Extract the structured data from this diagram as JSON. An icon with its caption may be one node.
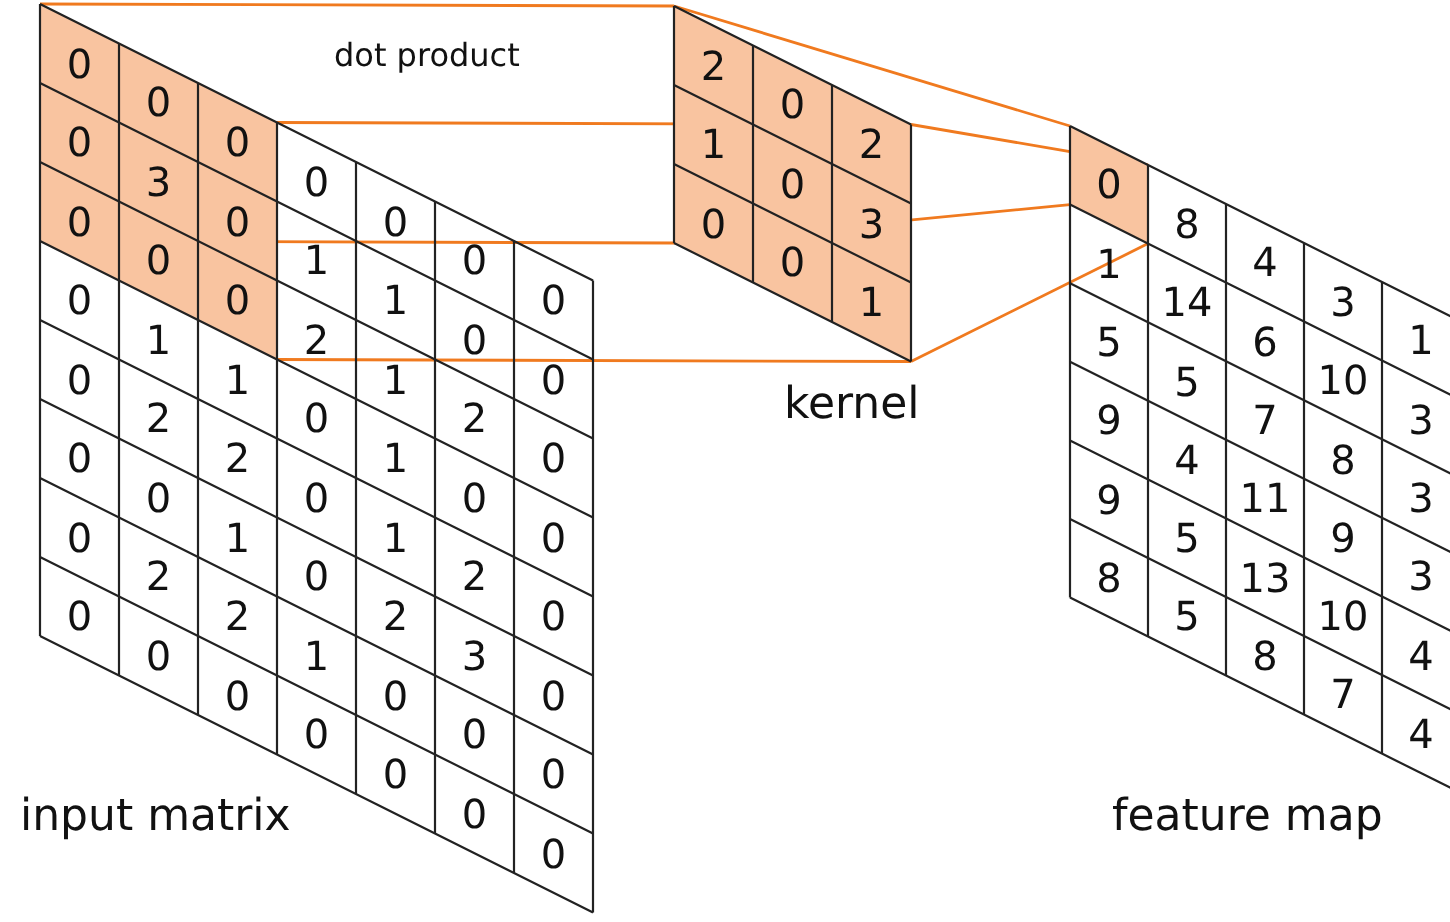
{
  "diagram": {
    "nodes": [
      {
        "text": [],
        "shape": "box"
      },
      {
        "text": [],
        "shape": "box"
      },
      {
        "text": [],
        "shape": "box"
      }
    ],
    "edges": [
      {
        "from": 0,
        "to": 1,
        "arrow": "none"
      },
      {
        "from": 0,
        "to": 1,
        "arrow": "none"
      },
      {
        "from": 0,
        "to": 1,
        "arrow": "none"
      },
      {
        "from": 0,
        "to": 1,
        "arrow": "none"
      },
      {
        "from": 1,
        "to": 2,
        "arrow": "none"
      },
      {
        "from": 1,
        "to": 2,
        "arrow": "none"
      },
      {
        "from": 1,
        "to": 2,
        "arrow": "none"
      },
      {
        "from": 1,
        "to": 2,
        "arrow": "none"
      }
    ],
    "labels": [
      "dot product",
      "0",
      "0",
      "0",
      "0",
      "0",
      "0",
      "0",
      "0",
      "3",
      "0",
      "1",
      "1",
      "0",
      "0",
      "0",
      "0",
      "0",
      "2",
      "1",
      "2",
      "0",
      "0",
      "1",
      "1",
      "0",
      "1",
      "0",
      "0",
      "0",
      "2",
      "2",
      "0",
      "1",
      "2",
      "0",
      "0",
      "0",
      "1",
      "0",
      "2",
      "3",
      "0",
      "0",
      "2",
      "2",
      "1",
      "0",
      "0",
      "0",
      "0",
      "0",
      "0",
      "0",
      "0",
      "0",
      "0",
      "2",
      "0",
      "2",
      "1",
      "0",
      "3",
      "0",
      "0",
      "1",
      "kernel",
      "0",
      "8",
      "4",
      "3",
      "1",
      "1",
      "14",
      "6",
      "10",
      "3",
      "5",
      "5",
      "7",
      "8",
      "3",
      "9",
      "4",
      "11",
      "9",
      "3",
      "9",
      "5",
      "13",
      "10",
      "4",
      "8",
      "5",
      "8",
      "7",
      "4",
      "input matrix",
      "feature map"
    ]
  }
}
